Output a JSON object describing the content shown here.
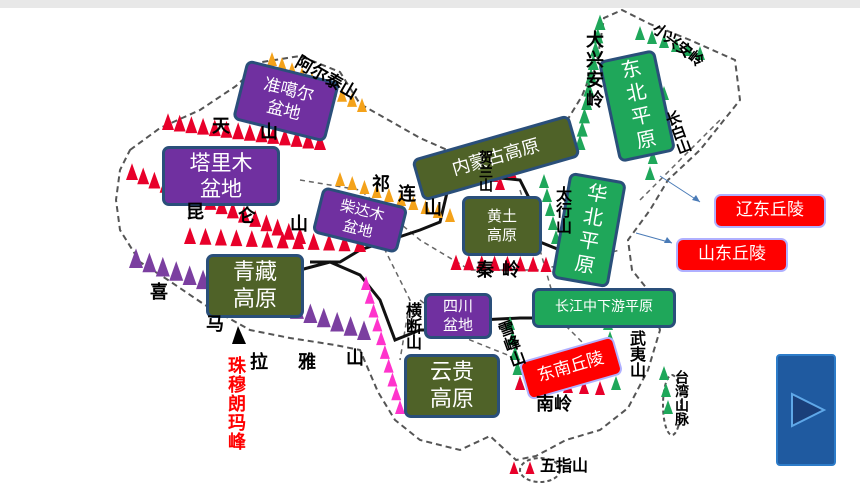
{
  "regions": {
    "junggar": "准噶尔\n盆地",
    "tarim": "塔里木\n盆地",
    "qaidam": "柴达木\n盆地",
    "qinghai_tibet": "青藏\n高原",
    "sichuan": "四川\n盆地",
    "yungui": "云贵\n高原",
    "neimenggu": "内蒙古高原",
    "loess": "黄土\n高原",
    "northeast_plain": "东北平原",
    "north_china_plain": "华北平原",
    "yangtze_plain": "长江中下游平原",
    "liaodong": "辽东丘陵",
    "shandong": "山东丘陵",
    "southeast": "东南丘陵"
  },
  "mountains": {
    "altai": "阿尔泰山",
    "tianshan_1": "天",
    "tianshan_2": "山",
    "kunlun_1": "昆",
    "kunlun_2": "仑",
    "kunlun_3": "山",
    "qilian_1": "祁",
    "qilian_2": "连",
    "qilian_3": "山",
    "himalaya_1": "喜",
    "himalaya_2": "马",
    "himalaya_3": "拉",
    "himalaya_4": "雅",
    "himalaya_5": "山",
    "hengduan": "横断山",
    "qinling_1": "秦",
    "qinling_2": "岭",
    "helan": "贺兰山",
    "taihang": "太行山",
    "xuefeng": "雪峰山",
    "wuyi": "武夷山",
    "nanling": "南岭",
    "daxinganling": "大兴安岭",
    "xiaoxinganling": "小兴安岭",
    "changbai": "长白山",
    "taiwan": "台湾山脉",
    "wuzhi": "五指山"
  },
  "peak_label": "珠穆朗玛峰",
  "nav": {
    "next_icon": "play-arrow-icon"
  },
  "colors": {
    "basin": "#7030a0",
    "plateau": "#4f6228",
    "plain": "#1fa75a",
    "hills": "#ff0000",
    "mountain_red": "#e8002a",
    "mountain_green": "#1fa75a",
    "mountain_purple": "#7b3fa0",
    "mountain_orange": "#f4a21a",
    "mountain_pink": "#ff33cc"
  }
}
